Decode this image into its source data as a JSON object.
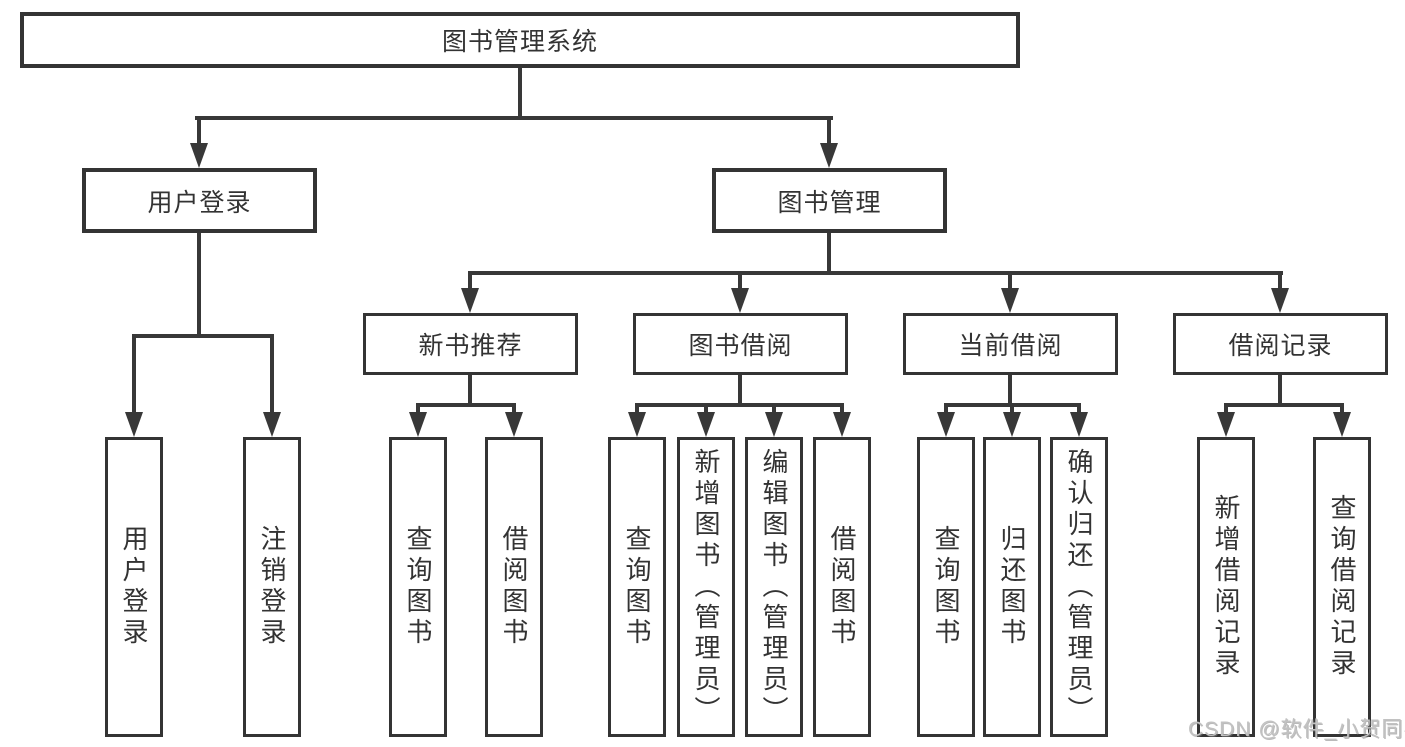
{
  "diagram": {
    "title": "图书管理系统",
    "user_login": {
      "label": "用户登录",
      "children": [
        "用户登录",
        "注销登录"
      ]
    },
    "book_management": {
      "label": "图书管理",
      "modules": [
        {
          "label": "新书推荐",
          "children": [
            "查询图书",
            "借阅图书"
          ]
        },
        {
          "label": "图书借阅",
          "children": [
            "查询图书",
            "新增图书（管理员）",
            "编辑图书（管理员）",
            "借阅图书"
          ]
        },
        {
          "label": "当前借阅",
          "children": [
            "查询图书",
            "归还图书",
            "确认归还（管理员）"
          ]
        },
        {
          "label": "借阅记录",
          "children": [
            "新增借阅记录",
            "查询借阅记录"
          ]
        }
      ]
    },
    "watermark": "CSDN @软件_小贺同学"
  },
  "colors": {
    "line": "#383838",
    "text": "#333333",
    "background": "#ffffff",
    "watermark": "#c2c2c2"
  }
}
